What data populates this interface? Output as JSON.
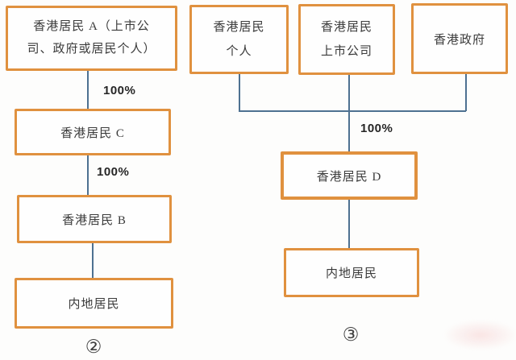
{
  "diagram2": {
    "node_a": "香港居民 A（上市公\n司、政府或居民个人）",
    "pct_a_c": "100%",
    "node_c": "香港居民 C",
    "pct_c_b": "100%",
    "node_b": "香港居民 B",
    "node_mainland": "内地居民",
    "caption": "②"
  },
  "diagram3": {
    "node_individual": "香港居民\n个人",
    "node_listed_company": "香港居民\n上市公司",
    "node_government": "香港政府",
    "pct": "100%",
    "node_d": "香港居民 D",
    "node_mainland": "内地居民",
    "caption": "③"
  },
  "colors": {
    "box_border": "#e0913f",
    "line": "#4e7191",
    "text": "#3b3b3b",
    "background": "#fdfdfc"
  }
}
